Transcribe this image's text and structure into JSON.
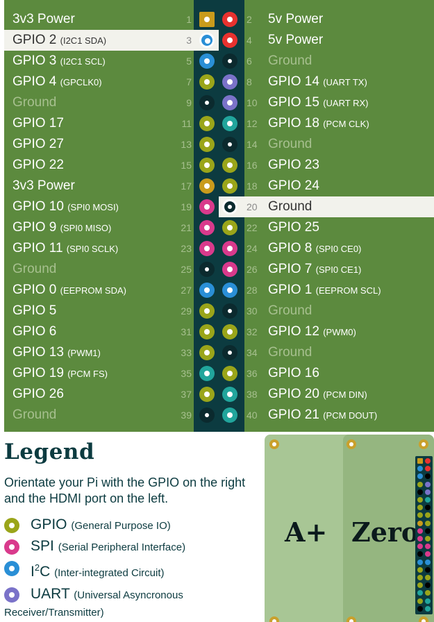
{
  "pinout": {
    "rows": [
      {
        "left": {
          "pin": "1",
          "name": "3v3 Power",
          "sub": "",
          "color": "#c99b1c",
          "type": "power33"
        },
        "right": {
          "pin": "2",
          "name": "5v Power",
          "sub": "",
          "color": "#e8322f",
          "type": "power5"
        }
      },
      {
        "left": {
          "pin": "3",
          "name": "GPIO 2",
          "sub": "(I2C1 SDA)",
          "color": "#2a8fd6",
          "type": "i2c",
          "selected": true
        },
        "right": {
          "pin": "4",
          "name": "5v Power",
          "sub": "",
          "color": "#e8322f",
          "type": "power5"
        }
      },
      {
        "left": {
          "pin": "5",
          "name": "GPIO 3",
          "sub": "(I2C1 SCL)",
          "color": "#2a8fd6",
          "type": "i2c"
        },
        "right": {
          "pin": "6",
          "name": "Ground",
          "sub": "",
          "color": "#0b2a2e",
          "type": "ground"
        }
      },
      {
        "left": {
          "pin": "7",
          "name": "GPIO 4",
          "sub": "(GPCLK0)",
          "color": "#9aa51a",
          "type": "gpio"
        },
        "right": {
          "pin": "8",
          "name": "GPIO 14",
          "sub": "(UART TX)",
          "color": "#7a72c9",
          "type": "uart"
        }
      },
      {
        "left": {
          "pin": "9",
          "name": "Ground",
          "sub": "",
          "color": "#0b2a2e",
          "type": "ground"
        },
        "right": {
          "pin": "10",
          "name": "GPIO 15",
          "sub": "(UART RX)",
          "color": "#7a72c9",
          "type": "uart"
        }
      },
      {
        "left": {
          "pin": "11",
          "name": "GPIO 17",
          "sub": "",
          "color": "#9aa51a",
          "type": "gpio"
        },
        "right": {
          "pin": "12",
          "name": "GPIO 18",
          "sub": "(PCM CLK)",
          "color": "#21a59c",
          "type": "pcm"
        }
      },
      {
        "left": {
          "pin": "13",
          "name": "GPIO 27",
          "sub": "",
          "color": "#9aa51a",
          "type": "gpio"
        },
        "right": {
          "pin": "14",
          "name": "Ground",
          "sub": "",
          "color": "#0b2a2e",
          "type": "ground"
        }
      },
      {
        "left": {
          "pin": "15",
          "name": "GPIO 22",
          "sub": "",
          "color": "#9aa51a",
          "type": "gpio"
        },
        "right": {
          "pin": "16",
          "name": "GPIO 23",
          "sub": "",
          "color": "#9aa51a",
          "type": "gpio"
        }
      },
      {
        "left": {
          "pin": "17",
          "name": "3v3 Power",
          "sub": "",
          "color": "#c99b1c",
          "type": "power33"
        },
        "right": {
          "pin": "18",
          "name": "GPIO 24",
          "sub": "",
          "color": "#9aa51a",
          "type": "gpio"
        }
      },
      {
        "left": {
          "pin": "19",
          "name": "GPIO 10",
          "sub": "(SPI0 MOSI)",
          "color": "#d93a8c",
          "type": "spi"
        },
        "right": {
          "pin": "20",
          "name": "Ground",
          "sub": "",
          "color": "#0b2a2e",
          "type": "ground",
          "selected": true
        }
      },
      {
        "left": {
          "pin": "21",
          "name": "GPIO 9",
          "sub": "(SPI0 MISO)",
          "color": "#d93a8c",
          "type": "spi"
        },
        "right": {
          "pin": "22",
          "name": "GPIO 25",
          "sub": "",
          "color": "#9aa51a",
          "type": "gpio"
        }
      },
      {
        "left": {
          "pin": "23",
          "name": "GPIO 11",
          "sub": "(SPI0 SCLK)",
          "color": "#d93a8c",
          "type": "spi"
        },
        "right": {
          "pin": "24",
          "name": "GPIO 8",
          "sub": "(SPI0 CE0)",
          "color": "#d93a8c",
          "type": "spi"
        }
      },
      {
        "left": {
          "pin": "25",
          "name": "Ground",
          "sub": "",
          "color": "#0b2a2e",
          "type": "ground"
        },
        "right": {
          "pin": "26",
          "name": "GPIO 7",
          "sub": "(SPI0 CE1)",
          "color": "#d93a8c",
          "type": "spi"
        }
      },
      {
        "left": {
          "pin": "27",
          "name": "GPIO 0",
          "sub": "(EEPROM SDA)",
          "color": "#2a8fd6",
          "type": "i2c"
        },
        "right": {
          "pin": "28",
          "name": "GPIO 1",
          "sub": "(EEPROM SCL)",
          "color": "#2a8fd6",
          "type": "i2c"
        }
      },
      {
        "left": {
          "pin": "29",
          "name": "GPIO 5",
          "sub": "",
          "color": "#9aa51a",
          "type": "gpio"
        },
        "right": {
          "pin": "30",
          "name": "Ground",
          "sub": "",
          "color": "#0b2a2e",
          "type": "ground"
        }
      },
      {
        "left": {
          "pin": "31",
          "name": "GPIO 6",
          "sub": "",
          "color": "#9aa51a",
          "type": "gpio"
        },
        "right": {
          "pin": "32",
          "name": "GPIO 12",
          "sub": "(PWM0)",
          "color": "#9aa51a",
          "type": "gpio"
        }
      },
      {
        "left": {
          "pin": "33",
          "name": "GPIO 13",
          "sub": "(PWM1)",
          "color": "#9aa51a",
          "type": "gpio"
        },
        "right": {
          "pin": "34",
          "name": "Ground",
          "sub": "",
          "color": "#0b2a2e",
          "type": "ground"
        }
      },
      {
        "left": {
          "pin": "35",
          "name": "GPIO 19",
          "sub": "(PCM FS)",
          "color": "#21a59c",
          "type": "pcm"
        },
        "right": {
          "pin": "36",
          "name": "GPIO 16",
          "sub": "",
          "color": "#9aa51a",
          "type": "gpio"
        }
      },
      {
        "left": {
          "pin": "37",
          "name": "GPIO 26",
          "sub": "",
          "color": "#9aa51a",
          "type": "gpio"
        },
        "right": {
          "pin": "38",
          "name": "GPIO 20",
          "sub": "(PCM DIN)",
          "color": "#21a59c",
          "type": "pcm"
        }
      },
      {
        "left": {
          "pin": "39",
          "name": "Ground",
          "sub": "",
          "color": "#0b2a2e",
          "type": "ground"
        },
        "right": {
          "pin": "40",
          "name": "GPIO 21",
          "sub": "(PCM DOUT)",
          "color": "#21a59c",
          "type": "pcm"
        }
      }
    ]
  },
  "legend": {
    "title": "Legend",
    "intro": "Orientate your Pi with the GPIO on the right and the HDMI port on the left.",
    "items": [
      {
        "label": "GPIO",
        "desc": "(General Purpose IO)",
        "continuation": "",
        "color": "#9aa51a"
      },
      {
        "label": "SPI",
        "desc": "(Serial Peripheral Interface)",
        "continuation": "",
        "color": "#d93a8c"
      },
      {
        "label": "I2C",
        "desc": "(Inter-integrated Circuit)",
        "continuation": "",
        "color": "#2a8fd6"
      },
      {
        "label": "UART",
        "desc": "(Universal Asyncronous",
        "continuation": "Receiver/Transmitter)",
        "color": "#7a72c9"
      }
    ]
  },
  "board": {
    "labels": [
      "A+",
      "Zero"
    ]
  },
  "colors": {
    "background": "#5c8a3e",
    "header": "#0c3b40",
    "selected_row": "#f2f2ec",
    "dim_text": "#a7c08f"
  }
}
